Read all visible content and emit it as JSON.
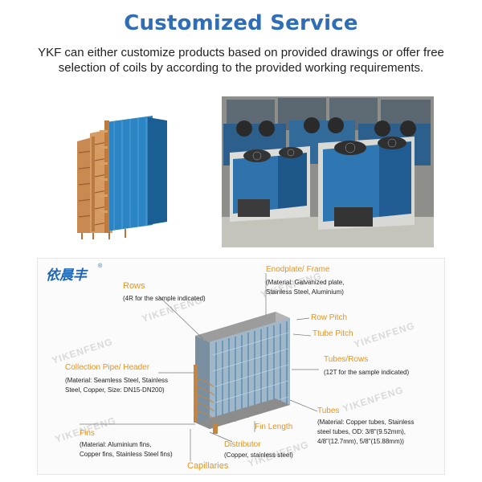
{
  "header": {
    "title": "Customized Service",
    "intro": "YKF can either customize products based on provided drawings or offer free selection of coils by according to the provided working requirements."
  },
  "colors": {
    "title": "#2f6db6",
    "label": "#e7931b",
    "fin_blue": "#1f78b8"
  },
  "diagram": {
    "logo": "依晨丰",
    "logo_mark": "®",
    "watermark": "YIKENFENG",
    "labels": {
      "rows": {
        "title": "Rows",
        "desc": "(4R for the sample indicated)"
      },
      "endplate": {
        "title": "Enodplate/ Frame",
        "desc": [
          "(Material: Galvanized plate,",
          "Stainless Steel, Aluminium)"
        ]
      },
      "row_pitch": {
        "title": "Row Pitch"
      },
      "tube_pitch": {
        "title": "Ttube Pitch"
      },
      "tubes_rows": {
        "title": "Tubes/Rows",
        "desc": "(12T for the sample indicated)"
      },
      "header": {
        "title": "Collection Pipe/ Header",
        "desc": [
          "(Material: Seamless Steel, Stainless",
          "Steel, Copper, Size: DN15-DN200)"
        ]
      },
      "tubes": {
        "title": "Tubes",
        "desc": [
          "(Material: Copper tubes, Stainless",
          "steel tubes, OD: 3/8\"(9.52mm),",
          "4/8\"(12.7mm), 5/8\"(15.88mm))"
        ]
      },
      "fin_length": {
        "title": "Fin Length"
      },
      "fins": {
        "title": "Fins",
        "desc": [
          "(Material: Aluminium fins,",
          "Copper fins, Stainless Steel fins)"
        ]
      },
      "distributor": {
        "title": "Distributor",
        "desc": "(Copper, stainless steel)"
      },
      "capillaries": {
        "title": "Capillaries"
      }
    }
  }
}
